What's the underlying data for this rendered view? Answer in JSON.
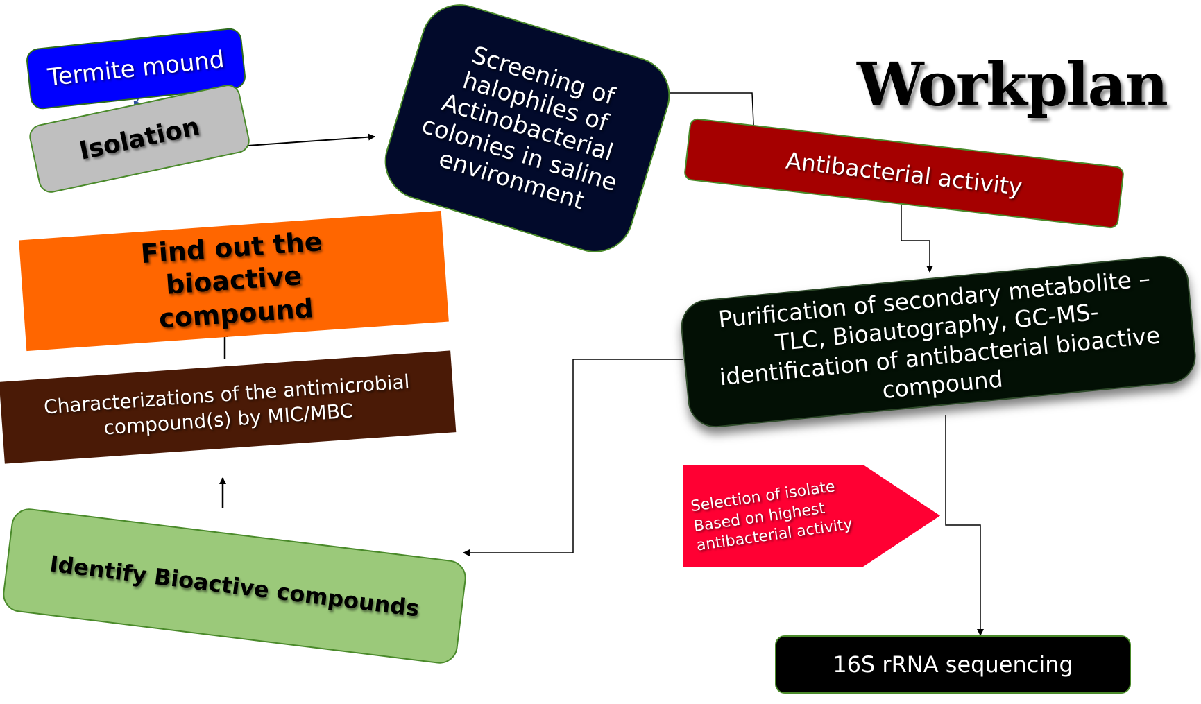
{
  "title": "Workplan",
  "nodes": {
    "termite_mound": {
      "label": "Termite mound",
      "color": "#0000ff"
    },
    "isolation": {
      "label": "Isolation",
      "color": "#bfbfbf"
    },
    "screening": {
      "label": "Screening of halophiles of Actinobacterial colonies in saline environment",
      "color": "#020a2b"
    },
    "antibacterial": {
      "label": "Antibacterial activity",
      "color": "#a50000"
    },
    "purification": {
      "label": "Purification of secondary metabolite –TLC, Bioautography, GC-MS- identification of antibacterial bioactive compound",
      "color": "#031005"
    },
    "selection": {
      "label": "Selection of isolate Based on highest antibacterial activity",
      "color": "#ff0033"
    },
    "sequencing": {
      "label": "16S rRNA sequencing",
      "color": "#000000"
    },
    "find_compound": {
      "label": "Find out the bioactive compound",
      "color": "#ff6600"
    },
    "characterization": {
      "label": "Characterizations of the antimicrobial compound(s) by MIC/MBC",
      "color": "#4a1a06"
    },
    "identify": {
      "label": "Identify Bioactive compounds",
      "color": "#9bc97a"
    }
  },
  "edges": [
    {
      "from": "termite_mound",
      "to": "isolation"
    },
    {
      "from": "isolation",
      "to": "screening"
    },
    {
      "from": "screening",
      "to": "antibacterial"
    },
    {
      "from": "antibacterial",
      "to": "purification"
    },
    {
      "from": "purification",
      "to": "identify"
    },
    {
      "from": "purification",
      "to": "sequencing"
    },
    {
      "from": "identify",
      "to": "characterization"
    },
    {
      "from": "characterization",
      "to": "find_compound"
    }
  ]
}
